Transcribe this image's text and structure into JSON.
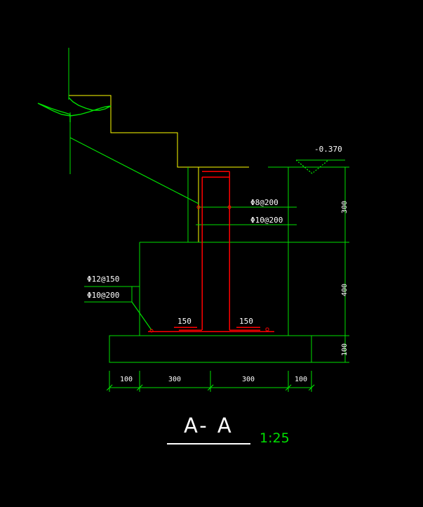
{
  "drawing": {
    "title": "A- A",
    "scale": "1:25",
    "colors": {
      "background": "#000000",
      "concrete_outline": "#00e000",
      "rebar": "#ff0000",
      "stair": "#ffff00",
      "dimension": "#00e000",
      "text": "#ffffff"
    }
  },
  "annotations": {
    "elevation_marker": "-0.370",
    "rebar_top": "Φ8@200",
    "rebar_second": "Φ10@200",
    "rebar_left_top": "Φ12@150",
    "rebar_left_bottom": "Φ10@200",
    "cover_left": "150",
    "cover_right": "150"
  },
  "dimensions": {
    "horizontal": [
      {
        "value": "100"
      },
      {
        "value": "300"
      },
      {
        "value": "300"
      },
      {
        "value": "100"
      }
    ],
    "vertical": [
      {
        "value": "300"
      },
      {
        "value": "400"
      },
      {
        "value": "100"
      }
    ]
  }
}
